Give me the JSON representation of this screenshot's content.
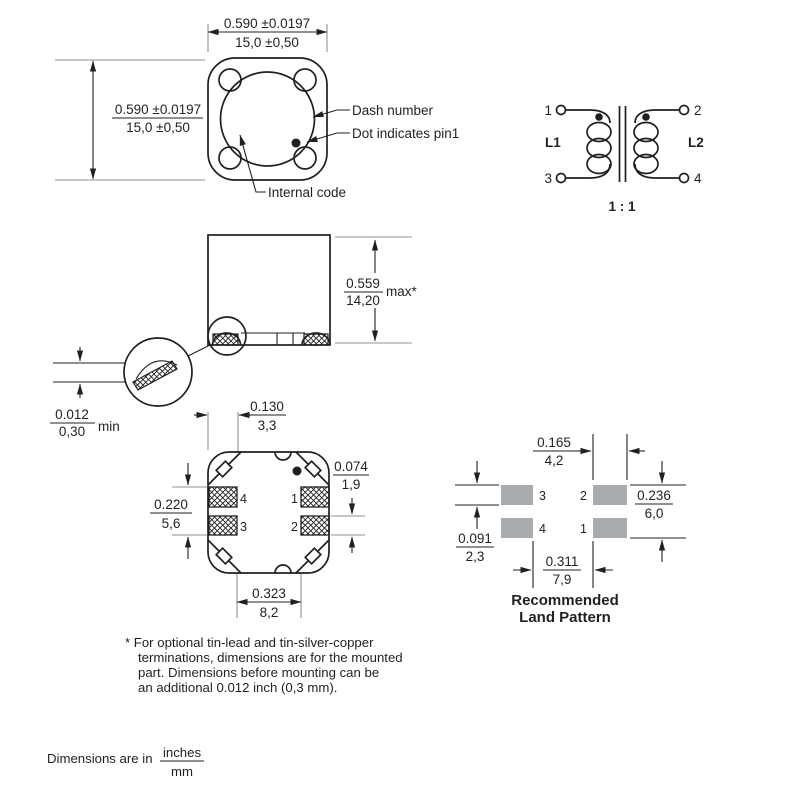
{
  "drawing": {
    "top_view": {
      "dim_width_in": "0.590 ±0.0197",
      "dim_width_mm": "15,0 ±0,50",
      "dim_height_in": "0.590 ±0.0197",
      "dim_height_mm": "15,0 ±0,50",
      "label_dash": "Dash number",
      "label_dot": "Dot indicates pin1",
      "label_internal": "Internal code"
    },
    "schematic": {
      "pin1": "1",
      "pin2": "2",
      "pin3": "3",
      "pin4": "4",
      "l1": "L1",
      "l2": "L2",
      "ratio": "1 : 1"
    },
    "side_view": {
      "height_in": "0.559",
      "height_mm": "14,20",
      "height_suffix": "max*"
    },
    "lead_detail": {
      "standoff_in": "0.012",
      "standoff_mm": "0,30",
      "standoff_suffix": "min"
    },
    "bottom_view": {
      "pad_length_in": "0.130",
      "pad_length_mm": "3,3",
      "pad_height_in": "0.074",
      "pad_height_mm": "1,9",
      "pads_span_in": "0.220",
      "pads_span_mm": "5,6",
      "inner_span_in": "0.323",
      "inner_span_mm": "8,2",
      "pin1": "1",
      "pin2": "2",
      "pin3": "3",
      "pin4": "4"
    },
    "land_pattern": {
      "pad_width_in": "0.165",
      "pad_width_mm": "4,2",
      "span_in": "0.236",
      "span_mm": "6,0",
      "pad_height_in": "0.091",
      "pad_height_mm": "2,3",
      "gap_in": "0.311",
      "gap_mm": "7,9",
      "pin1": "1",
      "pin2": "2",
      "pin3": "3",
      "pin4": "4",
      "title1": "Recommended",
      "title2": "Land Pattern"
    },
    "footnote": {
      "line1": "* For optional tin-lead and tin-silver-copper",
      "line2": "terminations, dimensions are for the mounted",
      "line3": "part. Dimensions before mounting can be",
      "line4": "an additional 0.012 inch (0,3 mm)."
    },
    "units": {
      "prefix": "Dimensions are in",
      "numerator": "inches",
      "denominator": "mm"
    }
  },
  "colors": {
    "line": "#231f20",
    "extension": "#8f9193",
    "land_pad": "#a9acae"
  }
}
